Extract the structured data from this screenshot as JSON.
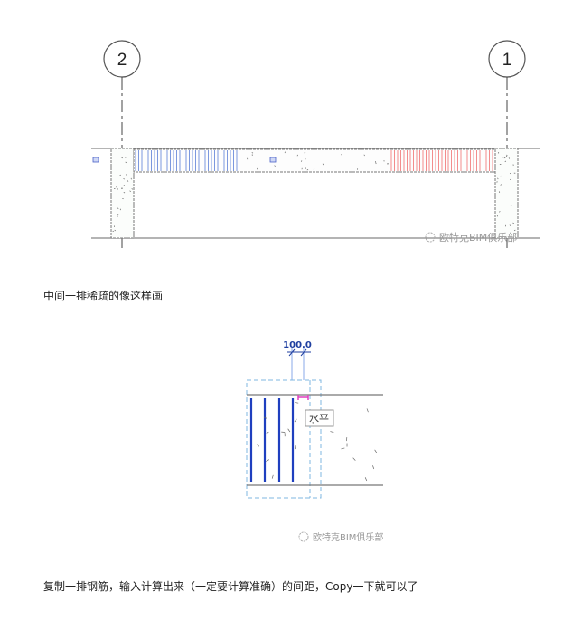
{
  "figure1": {
    "grid_labels": [
      "2",
      "1"
    ],
    "watermark": "欧特克BIM俱乐部",
    "colors": {
      "blue_hatch": "#5b7fd6",
      "red_hatch": "#f07070",
      "line": "#777777"
    }
  },
  "paragraph1": "中间一排稀疏的像这样画",
  "figure2": {
    "dimension": "100.0",
    "tag": "水平",
    "watermark": "欧特克BIM俱乐部",
    "colors": {
      "rebar": "#1f3fbf",
      "dimension": "#1f3fa0",
      "dashed": "#7fb7e0",
      "handle": "#e040c0"
    }
  },
  "paragraph2": "复制一排钢筋，输入计算出来（一定要计算准确）的间距，Copy一下就可以了"
}
